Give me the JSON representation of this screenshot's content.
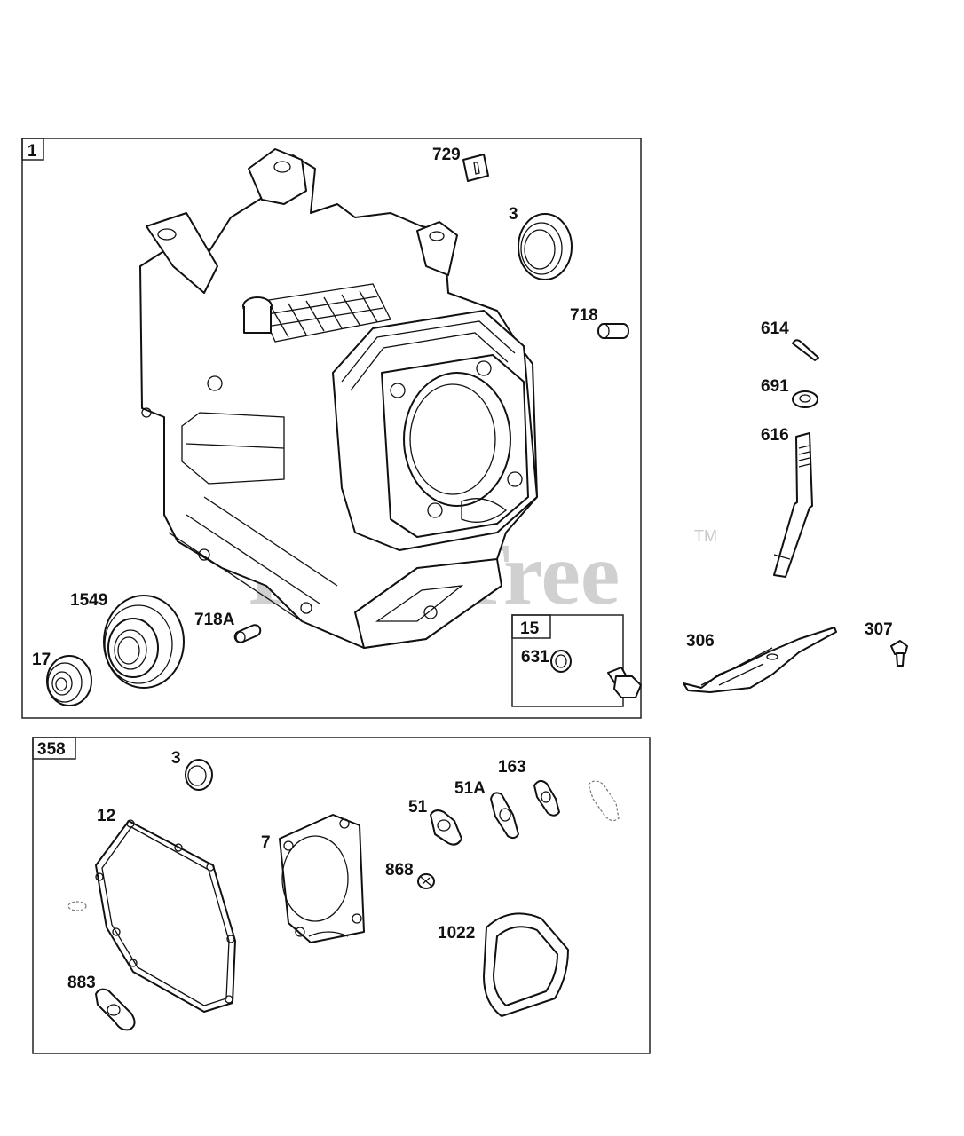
{
  "watermark": {
    "text": "PartsTree",
    "trademark": "TM"
  },
  "groups": [
    {
      "id": "crankcase",
      "label": "1"
    },
    {
      "id": "drain-plug-kit",
      "label": "15"
    },
    {
      "id": "gasket-set",
      "label": "358"
    }
  ],
  "callouts": {
    "p729": "729",
    "p3_top": "3",
    "p718": "718",
    "p1549": "1549",
    "p718A": "718A",
    "p17": "17",
    "p631": "631",
    "p614": "614",
    "p691": "691",
    "p616": "616",
    "p306": "306",
    "p307": "307",
    "p3_kit": "3",
    "p12": "12",
    "p7": "7",
    "p51": "51",
    "p51A": "51A",
    "p163": "163",
    "p868": "868",
    "p1022": "1022",
    "p883": "883"
  }
}
